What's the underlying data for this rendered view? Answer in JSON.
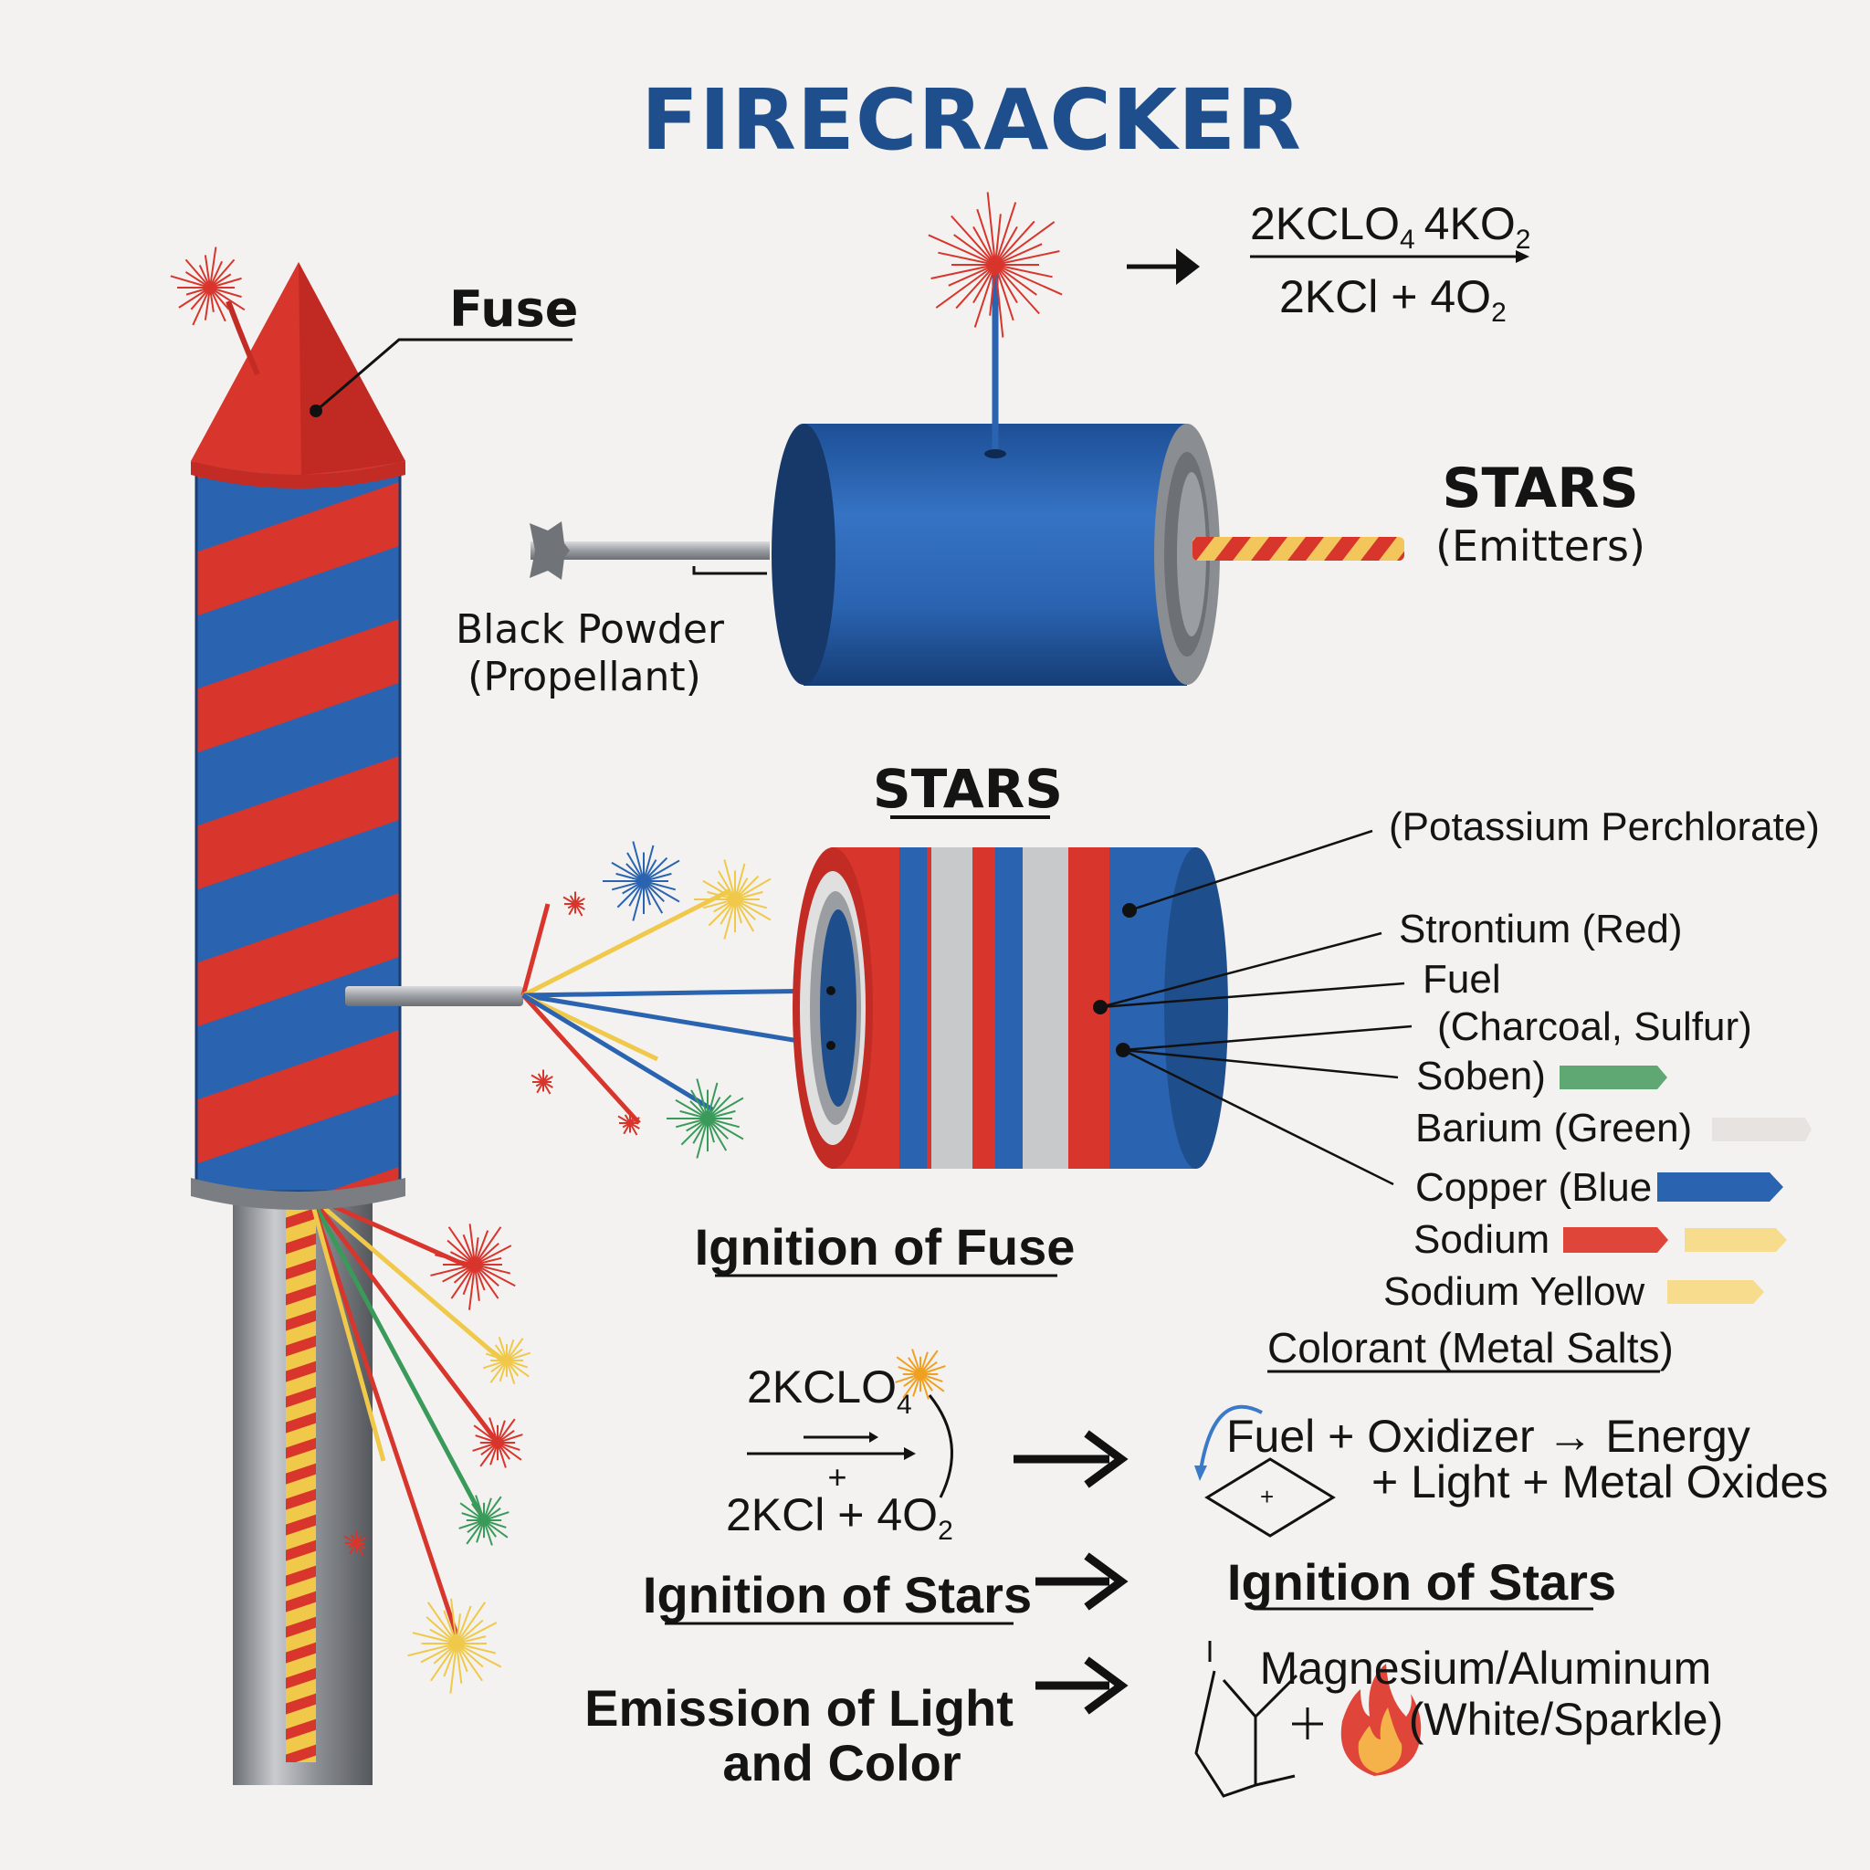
{
  "title": "FIRECRACKER",
  "labels": {
    "fuse": "Fuse",
    "black_powder_1": "Black Powder",
    "black_powder_2": "(Propellant)",
    "stars_emitters_1": "STARS",
    "stars_emitters_2": "(Emitters)",
    "stars": "STARS",
    "ignition_of_fuse": "Ignition of Fuse",
    "ignition_of_stars_left": "Ignition of Stars",
    "ignition_of_stars_right": "Ignition of Stars",
    "emission_1": "Emission of Light",
    "emission_2": "and Color",
    "reaction_1": "Fuel + Oxidizer → Energy",
    "reaction_2": "+ Light + Metal Oxides",
    "magnesium_1": "Magnesium/Aluminum",
    "magnesium_2": "(White/Sparkle)"
  },
  "top_equation": {
    "reactant": "2KCLO",
    "reactant_sub": "4",
    "product_a": "4KO",
    "product_a_sub": "2",
    "products": "2KCl + 4O",
    "products_sub": "2"
  },
  "mid_equation": {
    "reactant": "2KCLO",
    "reactant_sub": "4",
    "plus": "+",
    "products": "2KCl + 4O",
    "products_sub": "2"
  },
  "composition": [
    {
      "label": "(Potassium Perchlorate)"
    },
    {
      "label": "Strontium (Red)"
    },
    {
      "label": "Fuel"
    },
    {
      "label": "(Charcoal, Sulfur)"
    },
    {
      "label": "Soben)",
      "swatch": "#5fa874"
    },
    {
      "label": "Barium (Green)",
      "swatch": "#e6e3e0"
    },
    {
      "label": "Copper (Blue",
      "swatch": "#2a63b0"
    },
    {
      "label": "Sodium",
      "swatch": "#e0453a",
      "swatch2": "#f6dc8c"
    },
    {
      "label": "Sodium Yellow",
      "swatch": "#f6dc8c"
    },
    {
      "label": "Colorant (Metal Salts)"
    }
  ],
  "colors": {
    "title": "#1f4e8c",
    "red": "#d8352c",
    "blue": "#2a63b0",
    "gray": "#8a8d92"
  }
}
